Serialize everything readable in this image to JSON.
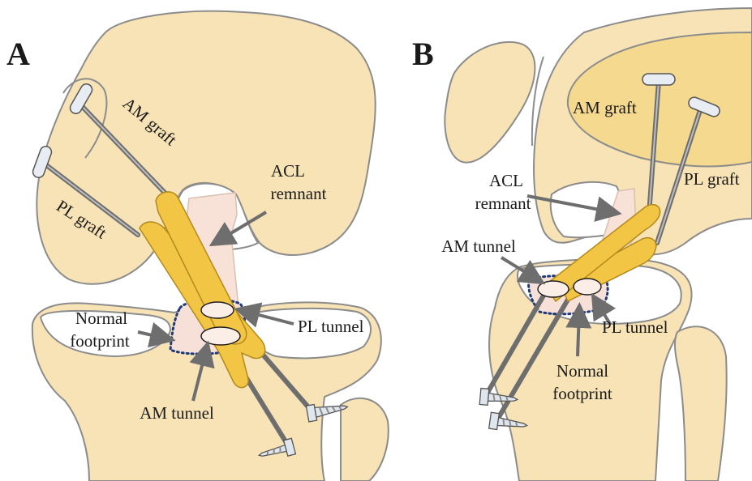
{
  "panels": [
    {
      "letter": "A",
      "labels": {
        "am_graft": "AM graft",
        "pl_graft": "PL graft",
        "acl_remnant_line1": "ACL",
        "acl_remnant_line2": "remnant",
        "normal_footprint_line1": "Normal",
        "normal_footprint_line2": "footprint",
        "pl_tunnel": "PL tunnel",
        "am_tunnel": "AM tunnel"
      }
    },
    {
      "letter": "B",
      "labels": {
        "am_graft": "AM graft",
        "pl_graft": "PL graft",
        "acl_remnant_line1": "ACL",
        "acl_remnant_line2": "remnant",
        "am_tunnel": "AM tunnel",
        "pl_tunnel": "PL tunnel",
        "normal_footprint_line1": "Normal",
        "normal_footprint_line2": "footprint"
      }
    }
  ],
  "colors": {
    "bone": "#f7e3b5",
    "graft": "#f3c545",
    "remnant": "#f8e1d6",
    "footprint_outline": "#1f3a7a",
    "arrow": "#6e6e6e"
  }
}
